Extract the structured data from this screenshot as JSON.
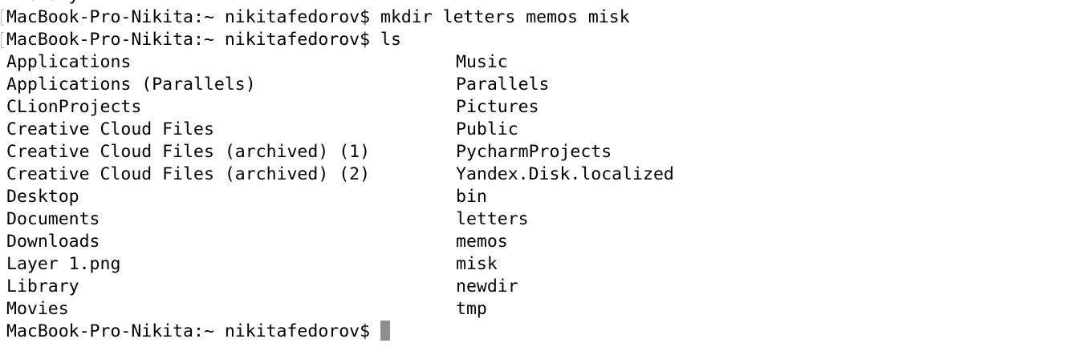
{
  "terminal": {
    "partial_top_line": "Library",
    "commands": [
      {
        "prompt": "MacBook-Pro-Nikita:~ nikitafedorov$ ",
        "command": "mkdir letters memos misk"
      },
      {
        "prompt": "MacBook-Pro-Nikita:~ nikitafedorov$ ",
        "command": "ls"
      }
    ],
    "ls_output": {
      "left": [
        "Applications",
        "Applications (Parallels)",
        "CLionProjects",
        "Creative Cloud Files",
        "Creative Cloud Files (archived) (1)",
        "Creative Cloud Files (archived) (2)",
        "Desktop",
        "Documents",
        "Downloads",
        "Layer 1.png",
        "Library",
        "Movies"
      ],
      "right": [
        "Music",
        "Parallels",
        "Pictures",
        "Public",
        "PycharmProjects",
        "Yandex.Disk.localized",
        "bin",
        "letters",
        "memos",
        "misk",
        "newdir",
        "tmp"
      ]
    },
    "final_prompt": "MacBook-Pro-Nikita:~ nikitafedorov$ ",
    "cursor_color": "#8f8f8f"
  }
}
